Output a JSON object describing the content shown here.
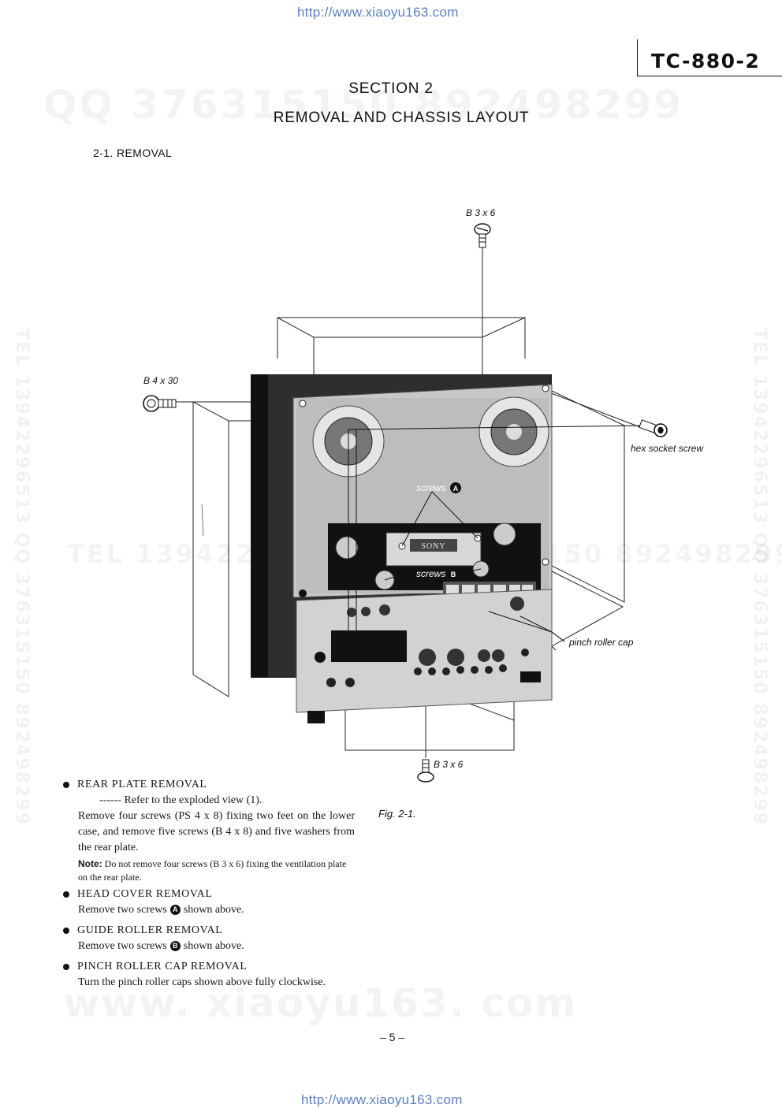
{
  "url_top": "http://www.xiaoyu163.com",
  "url_bottom": "http://www.xiaoyu163.com",
  "model": "TC-880-2",
  "section": "SECTION 2",
  "section_title": "REMOVAL AND CHASSIS LAYOUT",
  "subsection": "2-1.  REMOVAL",
  "watermarks": {
    "top": "QQ 376315150  892498299",
    "middle": "TEL 13942296513  QQ 376315150  892498299",
    "bottom": "www. xiaoyu163. com",
    "side": "TEL 13942296513  QQ 376315150  892498299"
  },
  "figure": {
    "caption": "Fig. 2-1.",
    "labels": {
      "b3x6_top": "B 3 x 6",
      "b4x30": "B 4 x 30",
      "hex": "hex socket screw",
      "screws_a": "screws",
      "screws_b": "screws",
      "brand": "SONY",
      "pinch": "pinch roller cap",
      "b3x6_bottom": "B 3 x 6"
    },
    "markers": {
      "a": "A",
      "b": "B"
    }
  },
  "items": [
    {
      "heading": "REAR PLATE REMOVAL",
      "ref": "------  Refer to the exploded view (1).",
      "text": "Remove four screws (PS 4 x 8) fixing two feet on the lower case, and remove five screws (B 4 x 8) and five washers from the rear plate.",
      "note_label": "Note:",
      "note": "Do not remove four screws (B 3 x 6) fixing the ventilation plate on the rear plate."
    },
    {
      "heading": "HEAD COVER REMOVAL",
      "text_pre": "Remove two screws",
      "marker": "A",
      "text_post": "shown above."
    },
    {
      "heading": "GUIDE ROLLER REMOVAL",
      "text_pre": "Remove two screws",
      "marker": "B",
      "text_post": "shown above."
    },
    {
      "heading": "PINCH ROLLER CAP REMOVAL",
      "text": "Turn the pinch roller caps shown above fully clockwise."
    }
  ],
  "page_number": "– 5 –"
}
